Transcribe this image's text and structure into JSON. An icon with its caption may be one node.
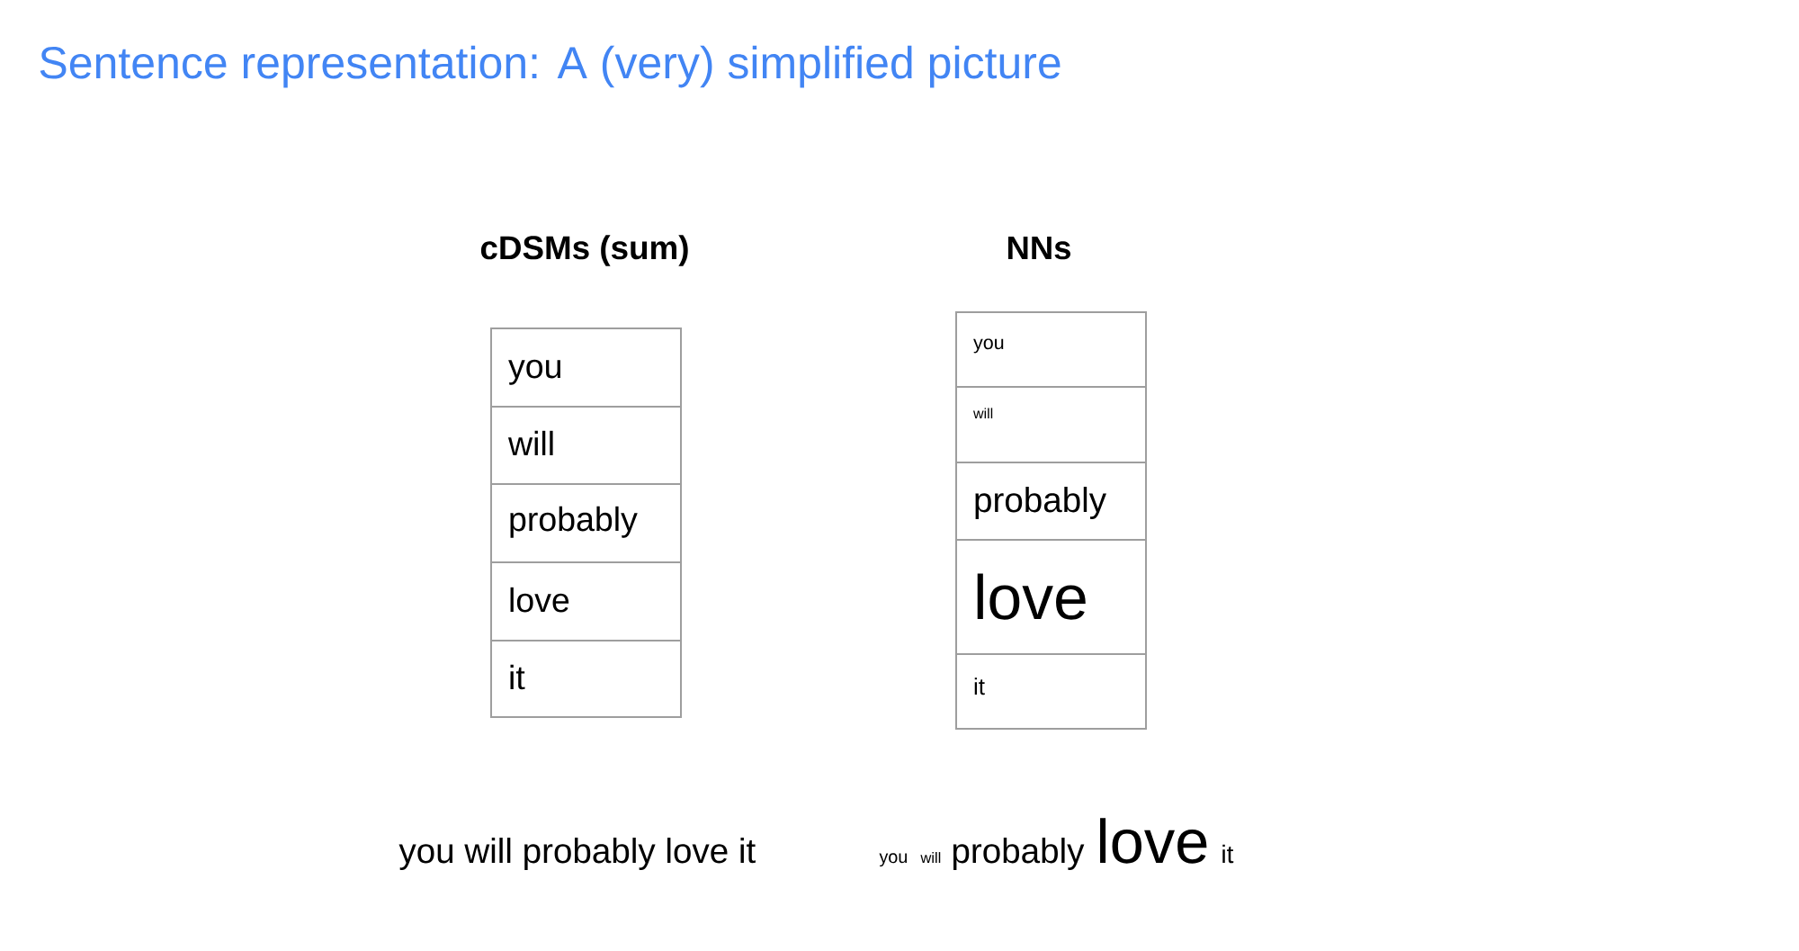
{
  "diagram": {
    "title": "Sentence representation: A (very) simplified picture",
    "nodes": [
      {
        "text": [
          "you"
        ]
      },
      {
        "text": [
          "will"
        ]
      },
      {
        "text": [
          "probably"
        ]
      },
      {
        "text": [
          "love"
        ]
      },
      {
        "text": [
          "it"
        ]
      },
      {
        "text": [
          "you"
        ]
      },
      {
        "text": [
          "will"
        ]
      },
      {
        "text": [
          "probably"
        ]
      },
      {
        "text": [
          "love"
        ]
      },
      {
        "text": [
          "it"
        ]
      }
    ],
    "labels": [
      "cDSMs (sum)",
      "NNs",
      "you will probably love it",
      "you",
      "will",
      "probably",
      "love",
      "it"
    ]
  }
}
